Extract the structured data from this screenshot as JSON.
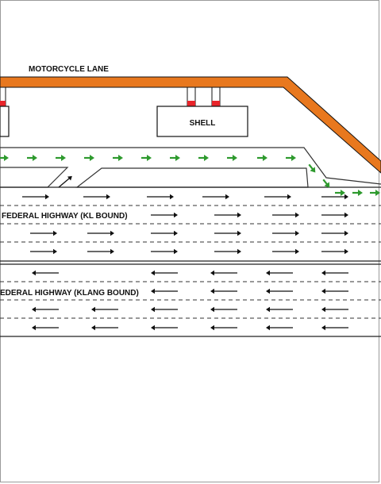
{
  "labels": {
    "motorcycle_lane": "MOTORCYCLE LANE",
    "station": "SHELL",
    "kl_bound": "FEDERAL HIGHWAY (KL BOUND)",
    "klang_bound": "EDERAL HIGHWAY (KLANG BOUND)"
  },
  "colors": {
    "motorcycle_lane": "#e8781e",
    "connector": "#e8242a",
    "green_flow": "#2e9a2e",
    "traffic_arrow": "#111111",
    "background": "#ffffff"
  },
  "icons": {
    "green_flow": "chevron-right-icon",
    "kl_traffic": "arrow-right-icon",
    "klang_traffic": "arrow-left-icon"
  }
}
